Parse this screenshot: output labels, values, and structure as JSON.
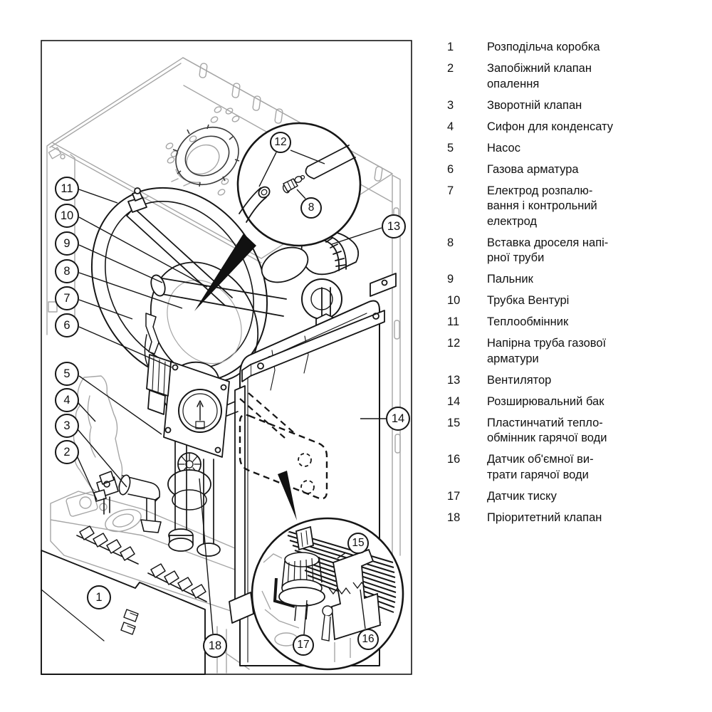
{
  "figure": {
    "callouts": [
      {
        "label": "11"
      },
      {
        "label": "10"
      },
      {
        "label": "9"
      },
      {
        "label": "8"
      },
      {
        "label": "7"
      },
      {
        "label": "6"
      },
      {
        "label": "5"
      },
      {
        "label": "4"
      },
      {
        "label": "3"
      },
      {
        "label": "2"
      },
      {
        "label": "1"
      },
      {
        "label": "12"
      },
      {
        "label": "8"
      },
      {
        "label": "13"
      },
      {
        "label": "14"
      },
      {
        "label": "15"
      },
      {
        "label": "17"
      },
      {
        "label": "16"
      },
      {
        "label": "18"
      }
    ]
  },
  "legend": {
    "items": [
      {
        "num": "1",
        "label": "Розподільча коробка"
      },
      {
        "num": "2",
        "label": "Запобіжний клапан\nопалення"
      },
      {
        "num": "3",
        "label": "Зворотній клапан"
      },
      {
        "num": "4",
        "label": "Сифон для конденсату"
      },
      {
        "num": "5",
        "label": "Насос"
      },
      {
        "num": "6",
        "label": "Газова арматура"
      },
      {
        "num": "7",
        "label": "Електрод розпалю-\nвання і контрольний\nелектрод"
      },
      {
        "num": "8",
        "label": "Вставка дроселя напі-\nрної труби"
      },
      {
        "num": "9",
        "label": "Пальник"
      },
      {
        "num": "10",
        "label": "Трубка Вентурі"
      },
      {
        "num": "11",
        "label": "Теплообмінник"
      },
      {
        "num": "12",
        "label": "Напірна труба газової\nарматури"
      },
      {
        "num": "13",
        "label": "Вентилятор"
      },
      {
        "num": "14",
        "label": "Розширювальний бак"
      },
      {
        "num": "15",
        "label": "Пластинчатий тепло-\nобмінник гарячої води"
      },
      {
        "num": "16",
        "label": "Датчик об'ємної ви-\nтрати гарячої води"
      },
      {
        "num": "17",
        "label": "Датчик тиску"
      },
      {
        "num": "18",
        "label": "Пріоритетний клапан"
      }
    ]
  }
}
